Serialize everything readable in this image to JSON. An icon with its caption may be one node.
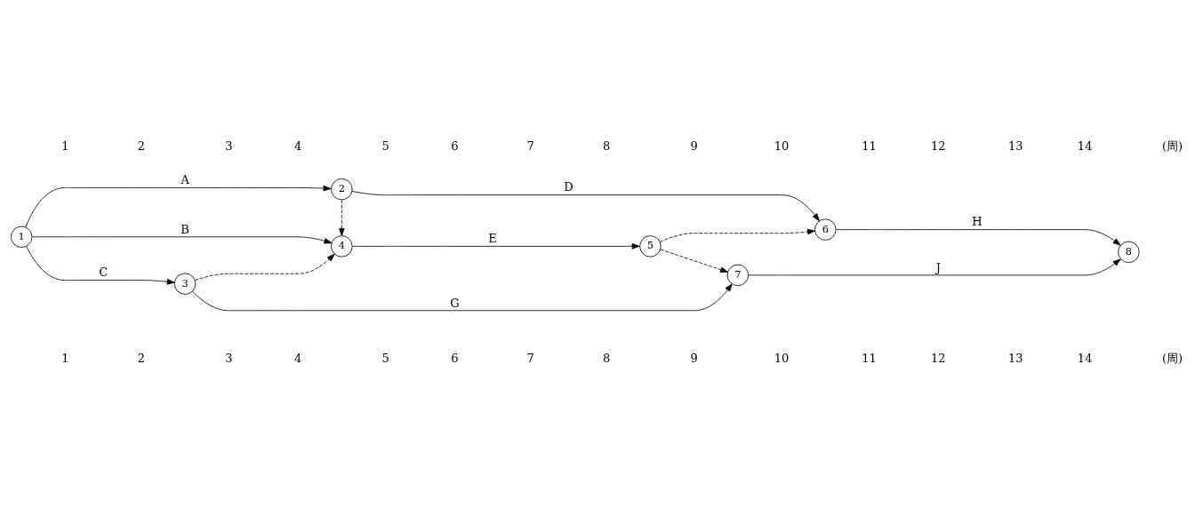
{
  "diagram": {
    "nodes": [
      {
        "text": [
          "1"
        ]
      },
      {
        "text": [
          "2"
        ]
      },
      {
        "text": [
          "3"
        ]
      },
      {
        "text": [
          "4"
        ]
      },
      {
        "text": [
          "5"
        ]
      },
      {
        "text": [
          "6"
        ]
      },
      {
        "text": [
          "7"
        ]
      },
      {
        "text": [
          "8"
        ]
      }
    ],
    "edges": [
      {
        "from": 0,
        "to": 1,
        "arrow": "to",
        "label": "A"
      },
      {
        "from": 0,
        "to": 3,
        "arrow": "to",
        "label": "B"
      },
      {
        "from": 0,
        "to": 2,
        "arrow": "to",
        "label": "C"
      },
      {
        "from": 1,
        "to": 3,
        "arrow": "to",
        "style": "dashed"
      },
      {
        "from": 1,
        "to": 5,
        "arrow": "to",
        "label": "D"
      },
      {
        "from": 2,
        "to": 3,
        "arrow": "to",
        "style": "dashed"
      },
      {
        "from": 2,
        "to": 6,
        "arrow": "to",
        "label": "G"
      },
      {
        "from": 3,
        "to": 4,
        "arrow": "to",
        "label": "E"
      },
      {
        "from": 4,
        "to": 5,
        "arrow": "to",
        "style": "dashed"
      },
      {
        "from": 4,
        "to": 6,
        "arrow": "to",
        "style": "dashed"
      },
      {
        "from": 5,
        "to": 7,
        "arrow": "to",
        "label": "H"
      },
      {
        "from": 6,
        "to": 7,
        "arrow": "to",
        "label": "J"
      }
    ],
    "labels": [
      "1",
      "2",
      "3",
      "4",
      "5",
      "6",
      "7",
      "8",
      "9",
      "10",
      "11",
      "12",
      "13",
      "14",
      "(周)",
      "1",
      "2",
      "3",
      "4",
      "5",
      "6",
      "7",
      "8",
      "9",
      "10",
      "11",
      "12",
      "13",
      "14",
      "(周)"
    ]
  }
}
